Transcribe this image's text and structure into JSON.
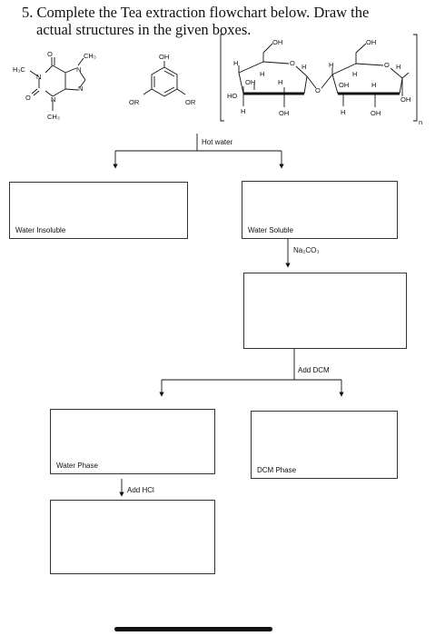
{
  "question": {
    "line1": "5. Complete the Tea extraction flowchart below. Draw the",
    "line2": "actual structures in the given boxes."
  },
  "structures": {
    "caffeine": {
      "methyl_top": "CH₃",
      "methyl_left": "H₃C",
      "methyl_bottom": "CH₃",
      "n": "N",
      "o": "O"
    },
    "phenol": {
      "oh": "OH",
      "or_left": "OR",
      "or_right": "OR"
    },
    "cellulose": {
      "oh": "OH",
      "h": "H",
      "o": "O",
      "ho": "HO",
      "n_sub": "n"
    }
  },
  "flow": {
    "hot_water": "Hot water",
    "water_insoluble": "Water Insoluble",
    "water_soluble": "Water Soluble",
    "na2co3": "Na₂CO₃",
    "add_dcm": "Add DCM",
    "water_phase": "Water Phase",
    "dcm_phase": "DCM Phase",
    "add_hcl": "Add HCl"
  }
}
